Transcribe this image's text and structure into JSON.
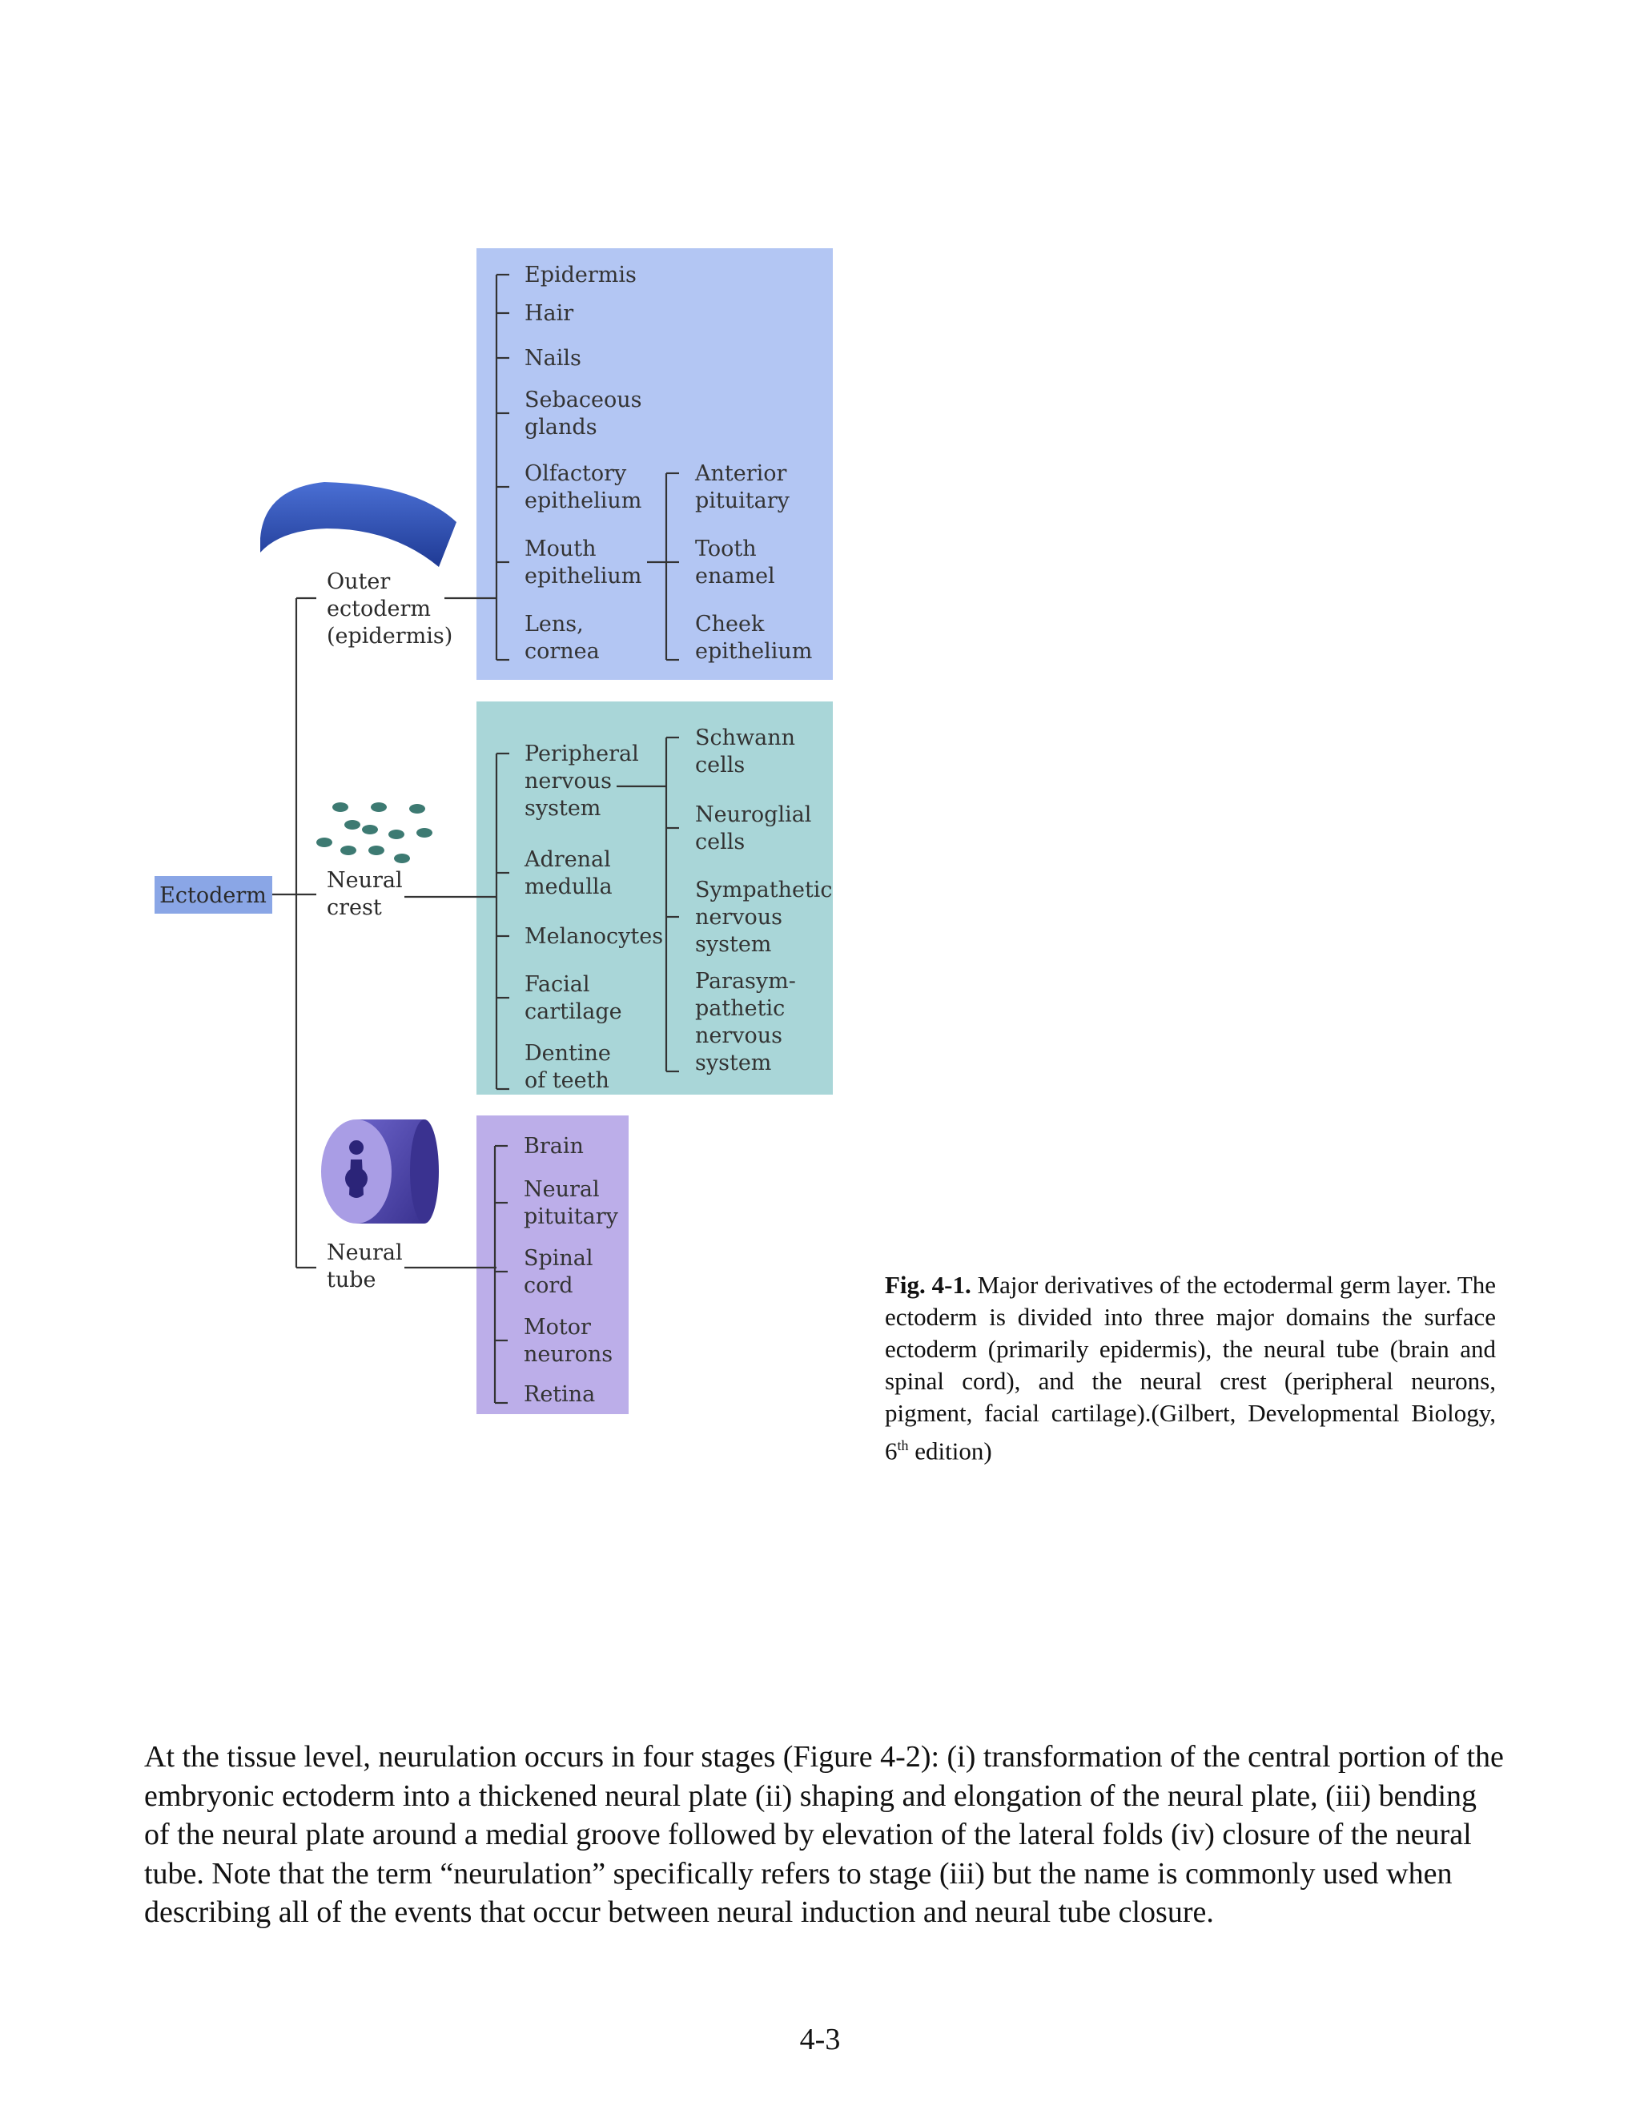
{
  "figure": {
    "root": "Ectoderm",
    "outer": {
      "label": [
        "Outer",
        "ectoderm",
        "(epidermis)"
      ],
      "left_items": [
        [
          "Epidermis"
        ],
        [
          "Hair"
        ],
        [
          "Nails"
        ],
        [
          "Sebaceous",
          "glands"
        ],
        [
          "Olfactory",
          "epithelium"
        ],
        [
          "Mouth",
          "epithelium"
        ],
        [
          "Lens,",
          "cornea"
        ]
      ],
      "right_items": [
        [
          "Anterior",
          "pituitary"
        ],
        [
          "Tooth",
          "enamel"
        ],
        [
          "Cheek",
          "epithelium"
        ]
      ],
      "color": "#b3c6f3"
    },
    "crest": {
      "label": [
        "Neural",
        "crest"
      ],
      "left_items": [
        [
          "Peripheral",
          "nervous",
          "system"
        ],
        [
          "Adrenal",
          "medulla"
        ],
        [
          "Melanocytes"
        ],
        [
          "Facial",
          "cartilage"
        ],
        [
          "Dentine",
          "of teeth"
        ]
      ],
      "right_items": [
        [
          "Schwann",
          "cells"
        ],
        [
          "Neuroglial",
          "cells"
        ],
        [
          "Sympathetic",
          "nervous",
          "system"
        ],
        [
          "Parasym-",
          "pathetic",
          "nervous",
          "system"
        ]
      ],
      "color": "#a9d6d8"
    },
    "tube": {
      "label": [
        "Neural",
        "tube"
      ],
      "items": [
        [
          "Brain"
        ],
        [
          "Neural",
          "pituitary"
        ],
        [
          "Spinal",
          "cord"
        ],
        [
          "Motor",
          "neurons"
        ],
        [
          "Retina"
        ]
      ],
      "color": "#bcaee9"
    },
    "root_color": "#8aa6e6",
    "illustration_color": "#2d4fb0"
  },
  "caption": {
    "label": "Fig. 4-1.",
    "text_before": "Major derivatives of the  ectodermal  germ layer. The ectoderm is divided into three major domains the surface  ectoderm (primarily epidermis), the neural tube (brain and spinal cord), and the neural crest (peripheral neurons, pigment, facial cartilage).(Gilbert, Developmental Biology, 6",
    "sup": "th",
    "text_after": " edition)"
  },
  "body_text": "At the tissue level, neurulation occurs in four stages (Figure 4-2):  (i) transformation of the central portion of the embryonic ectoderm into a thickened neural plate  (ii) shaping and elongation of the neural plate, (iii) bending of the neural plate around a medial groove followed by elevation of the lateral folds (iv) closure of the neural tube.  Note that the term “neurulation” specifically refers to stage (iii) but the name is commonly used when describing all of the events that occur between neural induction and neural tube closure.",
  "page_number": "4-3"
}
